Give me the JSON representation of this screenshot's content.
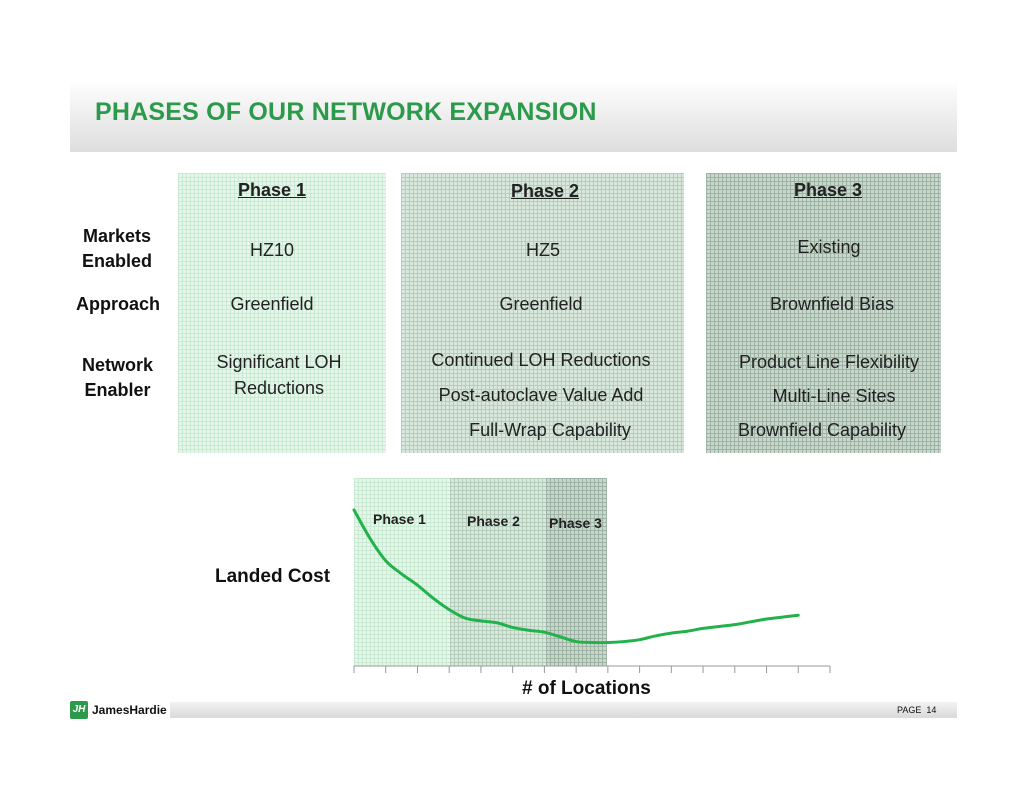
{
  "title": "PHASES OF OUR NETWORK EXPANSION",
  "row_labels": {
    "markets": [
      "Markets",
      "Enabled"
    ],
    "approach": "Approach",
    "network": [
      "Network",
      "Enabler"
    ]
  },
  "phases": [
    {
      "heading": "Phase 1",
      "markets": "HZ10",
      "approach": "Greenfield",
      "enablers": [
        "Significant LOH",
        "Reductions"
      ]
    },
    {
      "heading": "Phase 2",
      "markets": "HZ5",
      "approach": "Greenfield",
      "enablers": [
        "Continued LOH Reductions",
        "Post-autoclave Value Add",
        "Full-Wrap Capability"
      ]
    },
    {
      "heading": "Phase 3",
      "markets": "Existing",
      "approach": "Brownfield Bias",
      "enablers": [
        "Product Line Flexibility",
        "Multi-Line Sites",
        "Brownfield Capability"
      ]
    }
  ],
  "chart_data": {
    "type": "line",
    "title": "",
    "ylabel": "Landed Cost",
    "xlabel": "# of Locations",
    "region_labels": [
      "Phase 1",
      "Phase 2",
      "Phase 3"
    ],
    "x": [
      0,
      0.5,
      1,
      1.5,
      2,
      2.5,
      3,
      3.5,
      4,
      4.5,
      5,
      5.5,
      6,
      6.5,
      7,
      7.5,
      8,
      8.5,
      9,
      9.5,
      10,
      10.5,
      11,
      11.5,
      12,
      12.5,
      13,
      13.5,
      14
    ],
    "values": [
      8.3,
      6.8,
      5.6,
      4.9,
      4.3,
      3.6,
      3.0,
      2.55,
      2.4,
      2.3,
      2.05,
      1.9,
      1.8,
      1.55,
      1.3,
      1.25,
      1.25,
      1.3,
      1.4,
      1.6,
      1.75,
      1.85,
      2.0,
      2.1,
      2.2,
      2.35,
      2.5,
      2.6,
      2.7
    ],
    "ylim": [
      0,
      10
    ],
    "xlim": [
      0,
      15
    ],
    "line_color": "#22b24c",
    "grid": false
  },
  "footer": {
    "logo_mark": "JH",
    "logo_text": "JamesHardie",
    "page_label": "PAGE",
    "page_number": "14"
  }
}
